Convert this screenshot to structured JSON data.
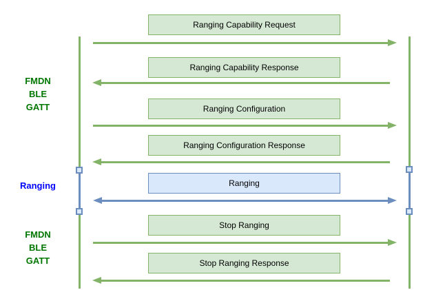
{
  "colors": {
    "green_fill": "#d5e8d4",
    "green_stroke": "#82b366",
    "blue_fill": "#dae8fc",
    "blue_stroke": "#6c8ebf",
    "label_green": "#007700",
    "label_blue": "#0000ff"
  },
  "side_labels": [
    {
      "name": "fmdn-ble-gatt-top",
      "lines": [
        "FMDN",
        "BLE",
        "GATT"
      ],
      "color": "#007700"
    },
    {
      "name": "ranging",
      "lines": [
        "Ranging"
      ],
      "color": "#0000ff"
    },
    {
      "name": "fmdn-ble-gatt-bottom",
      "lines": [
        "FMDN",
        "BLE",
        "GATT"
      ],
      "color": "#007700"
    }
  ],
  "messages": [
    {
      "label": "Ranging Capability Request",
      "direction": "right",
      "theme": "green"
    },
    {
      "label": "Ranging Capability Response",
      "direction": "left",
      "theme": "green"
    },
    {
      "label": "Ranging Configuration",
      "direction": "right",
      "theme": "green"
    },
    {
      "label": "Ranging Configuration Response",
      "direction": "left",
      "theme": "green"
    },
    {
      "label": "Ranging",
      "direction": "both",
      "theme": "blue"
    },
    {
      "label": "Stop Ranging",
      "direction": "right",
      "theme": "green"
    },
    {
      "label": "Stop Ranging Response",
      "direction": "left",
      "theme": "green"
    }
  ],
  "lifelines": [
    {
      "side": "left",
      "activation": "Ranging"
    },
    {
      "side": "right",
      "activation": "Ranging"
    }
  ]
}
